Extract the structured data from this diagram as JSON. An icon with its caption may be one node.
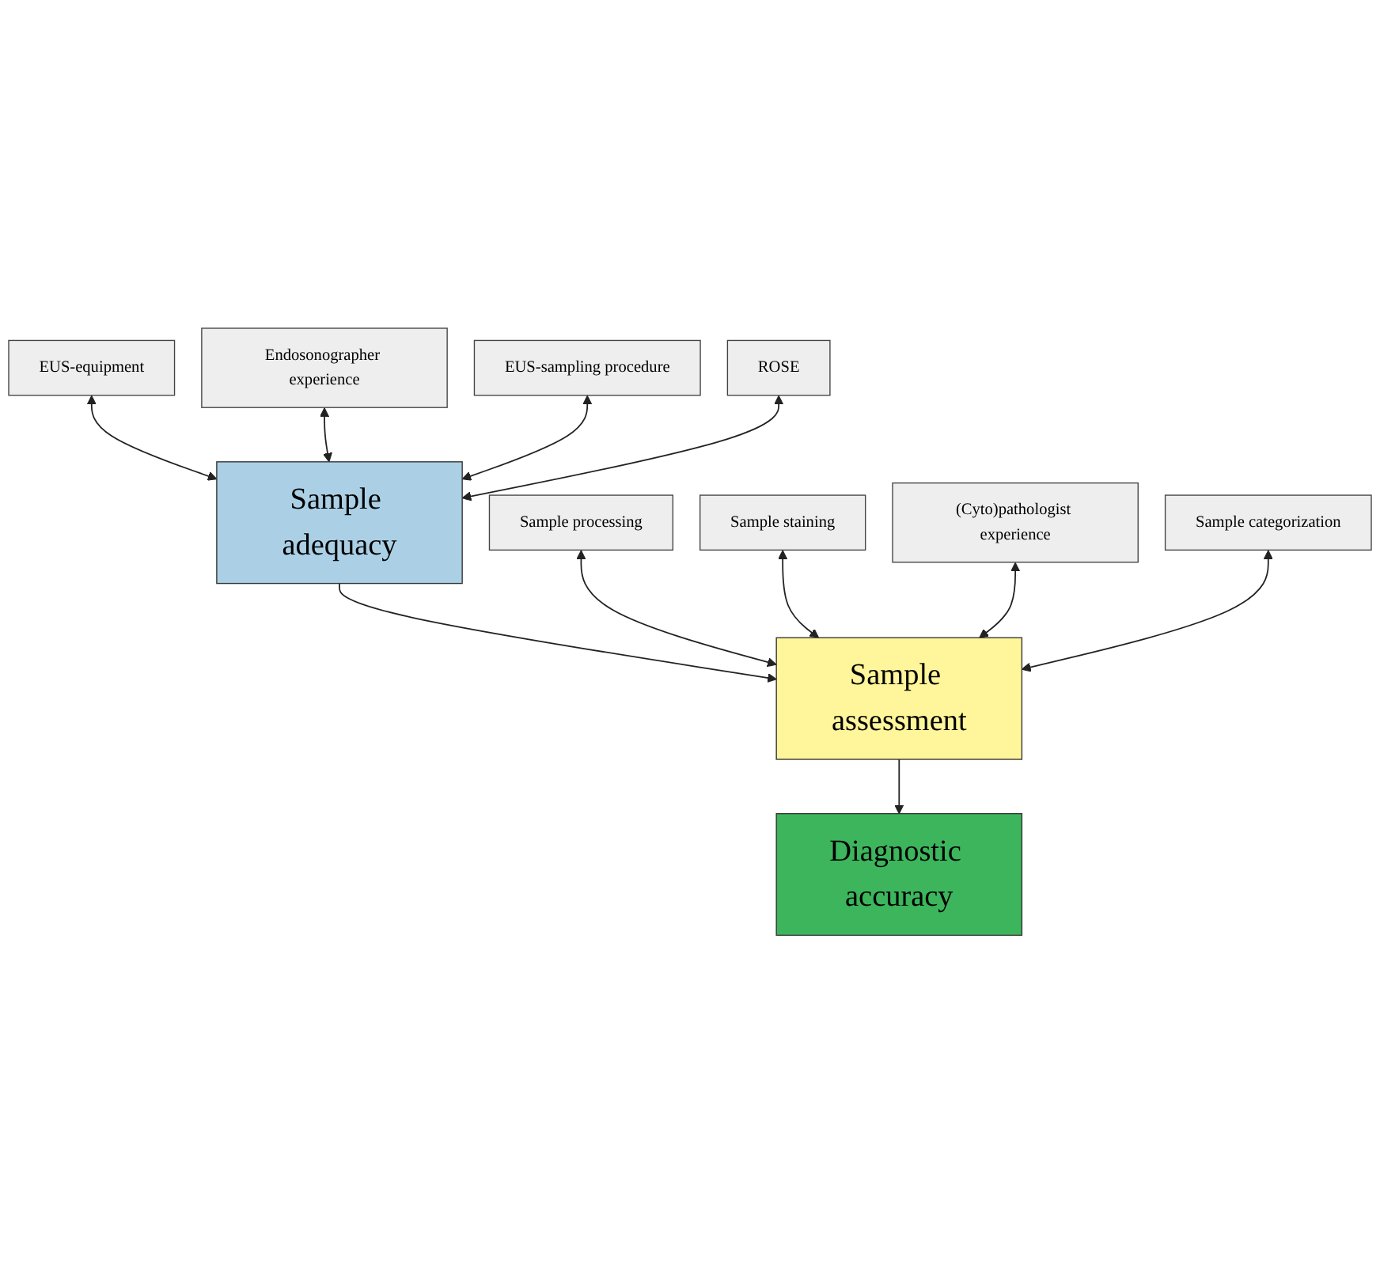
{
  "diagram": {
    "nodes": [
      {
        "text": [
          "EUS-equipment"
        ]
      },
      {
        "text": [
          "Endosonographer experience"
        ]
      },
      {
        "text": [
          "EUS-sampling procedure"
        ]
      },
      {
        "text": [
          "ROSE"
        ]
      },
      {
        "text": [
          "Sample adequacy"
        ]
      },
      {
        "text": [
          "Sample processing"
        ]
      },
      {
        "text": [
          "Sample staining"
        ]
      },
      {
        "text": [
          "(Cyto)pathologist experience"
        ]
      },
      {
        "text": [
          "Sample categorization"
        ]
      },
      {
        "text": [
          "Sample assessment"
        ]
      },
      {
        "text": [
          "Diagnostic accuracy"
        ]
      }
    ],
    "edges": [
      {
        "from": 0,
        "to": 4,
        "arrow": "both"
      },
      {
        "from": 1,
        "to": 4,
        "arrow": "both"
      },
      {
        "from": 2,
        "to": 4,
        "arrow": "both"
      },
      {
        "from": 3,
        "to": 4,
        "arrow": "both"
      },
      {
        "from": 4,
        "to": 9,
        "arrow": "to"
      },
      {
        "from": 5,
        "to": 9,
        "arrow": "both"
      },
      {
        "from": 6,
        "to": 9,
        "arrow": "both"
      },
      {
        "from": 7,
        "to": 9,
        "arrow": "both"
      },
      {
        "from": 8,
        "to": 9,
        "arrow": "both"
      },
      {
        "from": 9,
        "to": 10,
        "arrow": "to"
      }
    ]
  }
}
